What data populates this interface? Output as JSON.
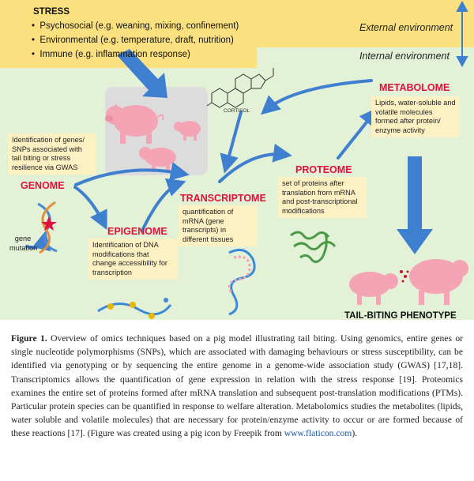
{
  "stress": {
    "title": "STRESS",
    "items": [
      "Psychosocial (e.g. weaning, mixing, confinement)",
      "Environmental (e.g. temperature, draft, nutrition)",
      "Immune (e.g. inflammation response)"
    ]
  },
  "environment": {
    "external": "External environment",
    "internal": "Internal environment"
  },
  "cortisol_label": "CORTISOL",
  "genome": {
    "title": "GENOME",
    "description": "Identification of genes/ SNPs associated with tail biting or stress resilience via GWAS",
    "gene_mutation": "gene mutation"
  },
  "epigenome": {
    "title": "EPIGENOME",
    "description": "Identification of DNA modifications that change accessibility for transcription"
  },
  "transcriptome": {
    "title": "TRANSCRIPTOME",
    "description": "quantification of mRNA (gene transcripts) in different tissues"
  },
  "proteome": {
    "title": "PROTEOME",
    "description": "set of proteins after translation from mRNA and post-transcriptional modifications"
  },
  "metabolome": {
    "title": "METABOLOME",
    "description": "Lipids, water-soluble and volatile molecules formed after protein/ enzyme activity"
  },
  "phenotype": "TAIL-BITING PHENOTYPE",
  "caption": {
    "label": "Figure 1.",
    "part1": "Overview of omics techniques based on a pig model illustrating tail biting. Using genomics, entire genes or single nucleotide polymorphisms (SNPs), which are associated with damaging behaviours or stress susceptibility, can be identified via genotyping or by sequencing the entire genome in a genome-wide association study (GWAS) [17,18]. Transcriptomics allows the quantification of gene expression in relation with the stress response [19]. Proteomics examines the entire set of proteins formed after mRNA translation and subsequent post-translation modifications (PTMs). Particular protein species can be quantified in response to welfare alteration. Metabolomics studies the metabolites (lipids, water soluble and volatile molecules) that are necessary for protein/enzyme activity to occur or are formed because of these reactions [17]. (Figure was created using a pig icon by Freepik from ",
    "link": "www.flaticon.com",
    "part2": ")."
  },
  "colors": {
    "stress_band": "#fbe07f",
    "internal_band": "#e3f1d6",
    "box_fill": "#fdf1c4",
    "heading_red": "#e0113a",
    "arrow_blue": "#3f7fd0",
    "pig_pink": "#f4a4b4"
  }
}
